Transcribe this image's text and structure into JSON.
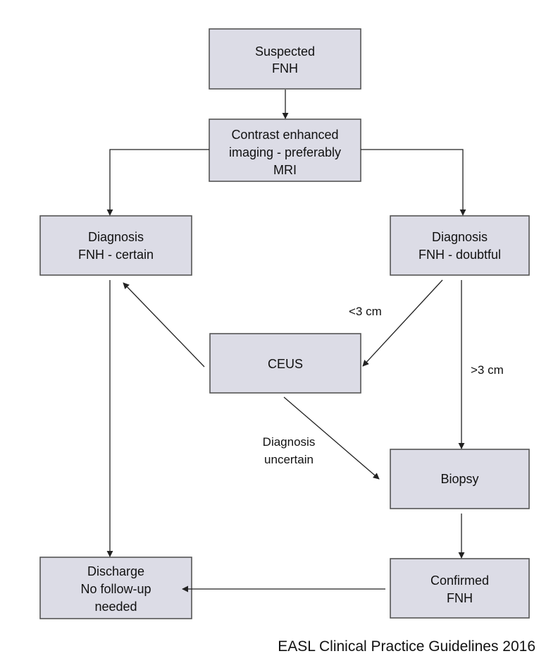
{
  "nodes": {
    "suspected": [
      "Suspected",
      "FNH"
    ],
    "imaging": [
      "Contrast enhanced",
      "imaging - preferably",
      "MRI"
    ],
    "certain": [
      "Diagnosis",
      "FNH - certain"
    ],
    "doubtful": [
      "Diagnosis",
      "FNH - doubtful"
    ],
    "ceus": [
      "CEUS"
    ],
    "biopsy": [
      "Biopsy"
    ],
    "discharge": [
      "Discharge",
      "No follow-up",
      "needed"
    ],
    "confirmed": [
      "Confirmed",
      "FNH"
    ]
  },
  "edge_labels": {
    "small": "<3 cm",
    "large": ">3 cm",
    "uncertain": [
      "Diagnosis",
      "uncertain"
    ]
  },
  "caption": "EASL Clinical Practice Guidelines 2016"
}
